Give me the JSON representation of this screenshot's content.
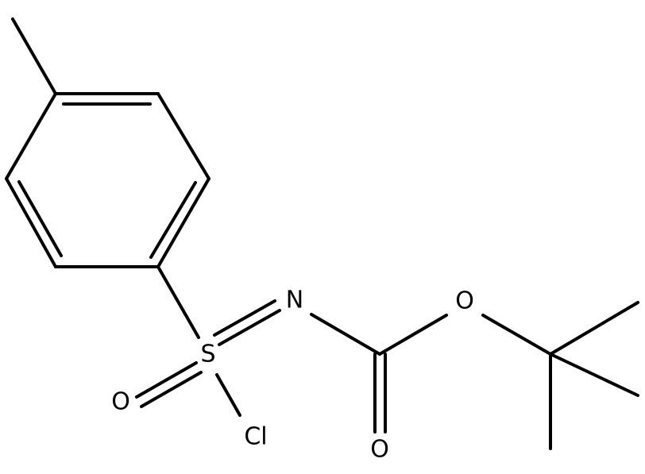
{
  "molecule": {
    "atoms": {
      "sulfur": "S",
      "nitrogen": "N",
      "sulfonyl_oxygen": "O",
      "chlorine": "Cl",
      "carbonyl_oxygen": "O",
      "ester_oxygen": "O"
    }
  }
}
